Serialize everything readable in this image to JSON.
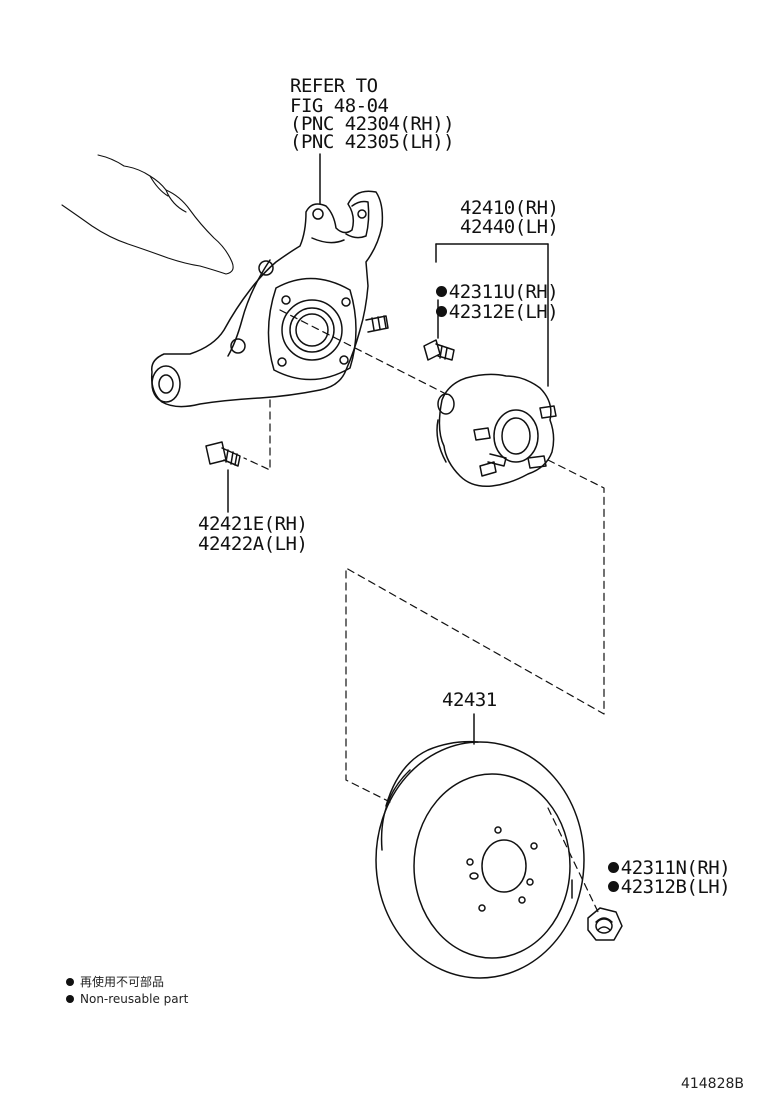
{
  "refer": {
    "lines": [
      "REFER TO",
      "FIG 48-04",
      "(PNC 42304(RH))",
      "(PNC 42305(LH))"
    ]
  },
  "parts": {
    "hub": [
      "42410(RH)",
      "42440(LH)"
    ],
    "hub_bolt": [
      "42311U(RH)",
      "42312E(LH)"
    ],
    "knuckle_bolt": [
      "42421E(RH)",
      "42422A(LH)"
    ],
    "disc": "42431",
    "hub_nut": [
      "42311N(RH)",
      "42312B(LH)"
    ]
  },
  "legend": {
    "jp": "再使用不可部品",
    "en": "Non-reusable part"
  },
  "diagram_id": "414828B"
}
